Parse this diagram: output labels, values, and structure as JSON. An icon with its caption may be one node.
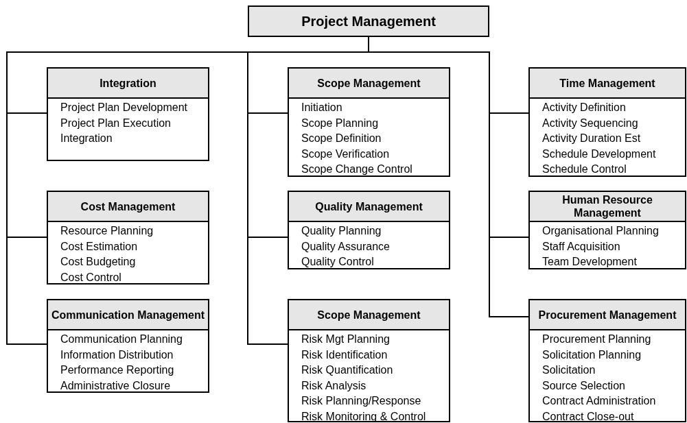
{
  "diagram": {
    "nodes": [
      {
        "text": [
          "Project Management"
        ]
      },
      {
        "text": [
          "Integration",
          "Project Plan Development",
          "Project Plan Execution",
          "Integration"
        ]
      },
      {
        "text": [
          "Scope Management",
          "Initiation",
          "Scope Planning",
          "Scope Definition",
          "Scope Verification",
          "Scope Change Control"
        ]
      },
      {
        "text": [
          "Time Management",
          "Activity Definition",
          "Activity Sequencing",
          "Activity Duration Est",
          "Schedule Development",
          "Schedule Control"
        ]
      },
      {
        "text": [
          "Cost Management",
          "Resource Planning",
          "Cost Estimation",
          "Cost Budgeting",
          "Cost Control"
        ]
      },
      {
        "text": [
          "Quality Management",
          "Quality Planning",
          "Quality Assurance",
          "Quality Control"
        ]
      },
      {
        "text": [
          "Human Resource Management",
          "Organisational Planning",
          "Staff Acquisition",
          "Team Development"
        ]
      },
      {
        "text": [
          "Communication Management",
          "Communication Planning",
          "Information Distribution",
          "Performance Reporting",
          "Administrative Closure"
        ]
      },
      {
        "text": [
          "Scope Management",
          "Risk Mgt Planning",
          "Risk Identification",
          "Risk Quantification",
          "Risk Analysis",
          "Risk Planning/Response",
          "Risk Monitoring & Control"
        ]
      },
      {
        "text": [
          "Procurement Management",
          "Procurement Planning",
          "Solicitation Planning",
          "Solicitation",
          "Source Selection",
          "Contract Administration",
          "Contract Close-out"
        ]
      }
    ],
    "edges": [
      {
        "from": 0,
        "to": 1,
        "arrow": "none"
      },
      {
        "from": 0,
        "to": 2,
        "arrow": "none"
      },
      {
        "from": 0,
        "to": 3,
        "arrow": "none"
      },
      {
        "from": 0,
        "to": 4,
        "arrow": "none"
      },
      {
        "from": 0,
        "to": 5,
        "arrow": "none"
      },
      {
        "from": 0,
        "to": 6,
        "arrow": "none"
      },
      {
        "from": 0,
        "to": 7,
        "arrow": "none"
      },
      {
        "from": 0,
        "to": 8,
        "arrow": "none"
      },
      {
        "from": 0,
        "to": 9,
        "arrow": "none"
      }
    ]
  }
}
